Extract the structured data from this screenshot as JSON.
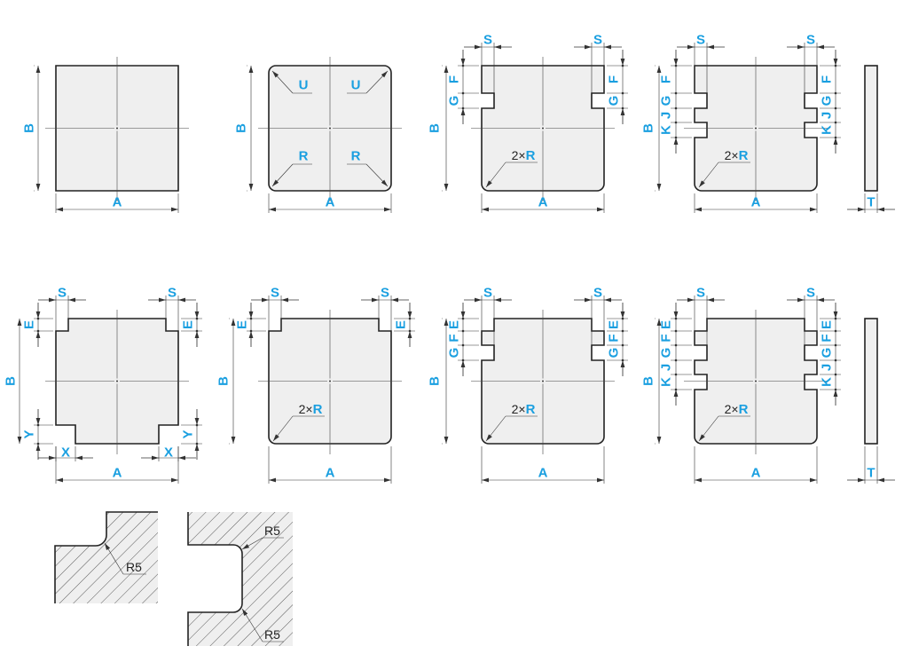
{
  "drawing": {
    "dimension_labels": {
      "A": "A",
      "B": "B",
      "E": "E",
      "F": "F",
      "G": "G",
      "J": "J",
      "K": "K",
      "R": "R",
      "S": "S",
      "T": "T",
      "U": "U",
      "X": "X",
      "Y": "Y"
    },
    "radius_prefix": "2×",
    "detail_radius": "R5",
    "colors": {
      "label": "#1a9fe0",
      "outline": "#222222",
      "fill": "#efefef"
    }
  }
}
